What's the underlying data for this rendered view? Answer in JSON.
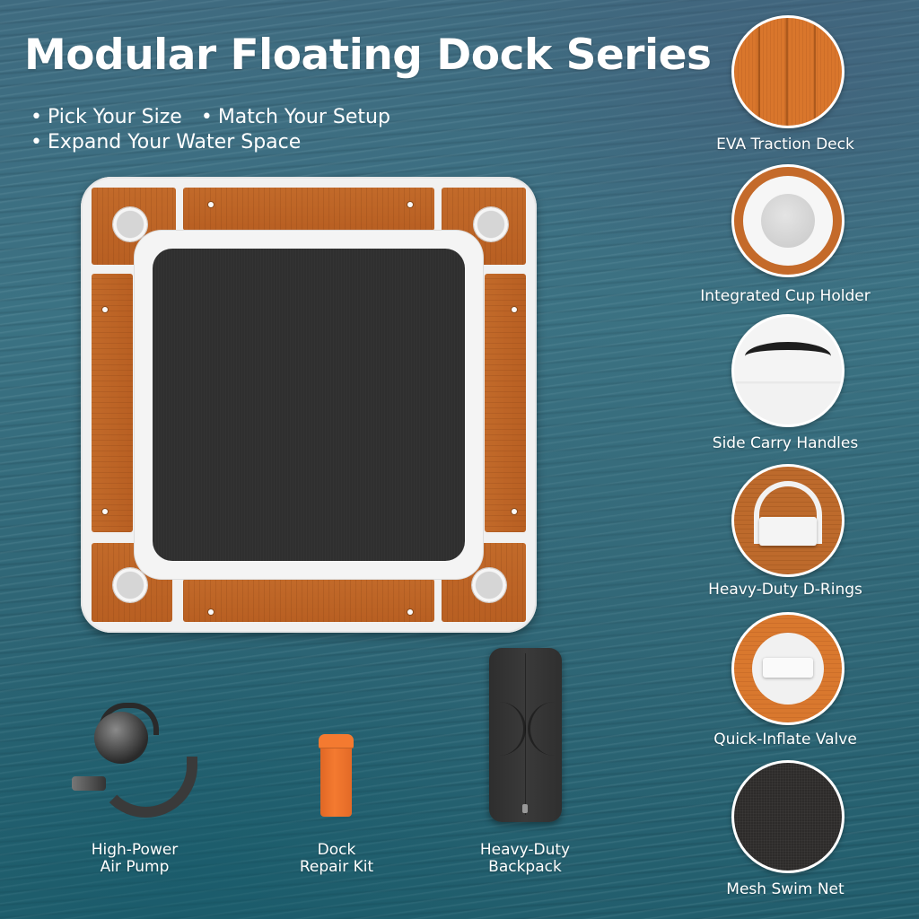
{
  "header": {
    "title": "Modular Floating Dock Series",
    "bullets": [
      [
        "Pick Your Size",
        "Match Your Setup"
      ],
      [
        "Expand Your Water Space"
      ]
    ],
    "bullet_glyph": "•"
  },
  "dock": {
    "name": "square-floating-dock",
    "colors": {
      "frame": "#F1F1F1",
      "wood": "#C26A2A",
      "mesh": "#2F2F2F"
    }
  },
  "features": [
    {
      "label": "EVA Traction Deck",
      "icon": "wood-deck-icon"
    },
    {
      "label": "Integrated Cup Holder",
      "icon": "cup-holder-icon"
    },
    {
      "label": "Side Carry Handles",
      "icon": "carry-handle-icon"
    },
    {
      "label": "Heavy-Duty D-Rings",
      "icon": "d-ring-icon"
    },
    {
      "label": "Quick-Inflate Valve",
      "icon": "valve-icon"
    },
    {
      "label": "Mesh Swim Net",
      "icon": "mesh-net-icon"
    }
  ],
  "accessories": [
    {
      "line1": "High-Power",
      "line2": "Air Pump",
      "icon": "air-pump-icon"
    },
    {
      "line1": "Dock",
      "line2": "Repair Kit",
      "icon": "repair-kit-icon"
    },
    {
      "line1": "Heavy-Duty",
      "line2": "Backpack",
      "icon": "backpack-icon"
    }
  ],
  "colors": {
    "water": "#356A7A",
    "text": "#FFFFFF",
    "accent_orange": "#F47A30"
  }
}
